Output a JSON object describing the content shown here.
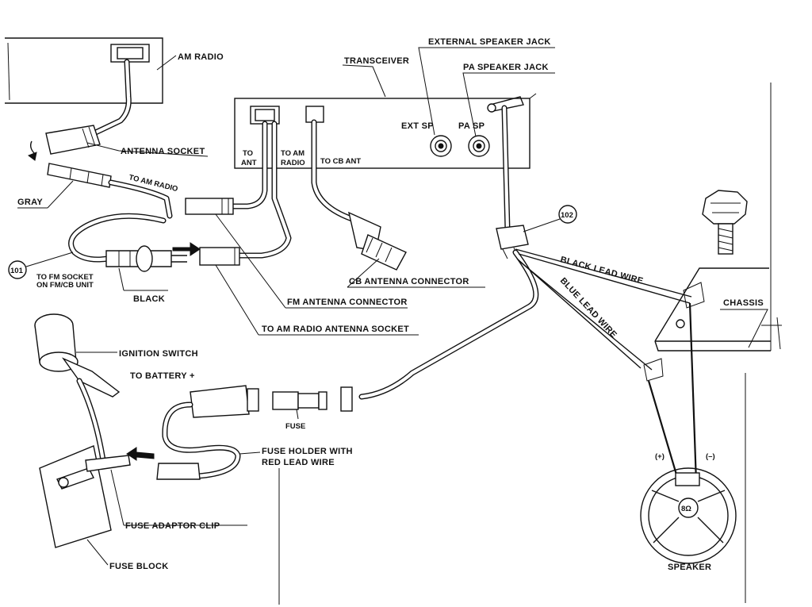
{
  "labels": {
    "am_radio": "AM RADIO",
    "transceiver": "TRANSCEIVER",
    "external_speaker_jack": "EXTERNAL SPEAKER JACK",
    "pa_speaker_jack": "PA SPEAKER JACK",
    "ext_sp": "EXT SP",
    "pa_sp": "PA  SP",
    "to_ant_1": "TO",
    "to_ant_2": "ANT",
    "to_am_radio_1": "TO AM",
    "to_am_radio_2": "RADIO",
    "to_cb_ant": "TO CB ANT",
    "antenna_socket": "ANTENNA SOCKET",
    "gray": "GRAY",
    "to_am_radio": "TO AM RADIO",
    "callout_101": "101",
    "to_fm_socket_1": "TO FM SOCKET",
    "to_fm_socket_2": "ON FM/CB UNIT",
    "black": "BLACK",
    "cb_antenna_connector": "CB ANTENNA CONNECTOR",
    "fm_antenna_connector": "FM ANTENNA CONNECTOR",
    "to_am_radio_antenna_socket": "TO AM RADIO ANTENNA SOCKET",
    "callout_102": "102",
    "black_lead_wire": "BLACK LEAD WIRE",
    "blue_lead_wire": "BLUE LEAD WIRE",
    "chassis": "CHASSIS",
    "ignition_switch": "IGNITION SWITCH",
    "to_battery": "TO BATTERY +",
    "fuse": "FUSE",
    "fuse_holder_1": "FUSE HOLDER WITH",
    "fuse_holder_2": "RED LEAD WIRE",
    "fuse_adaptor_clip": "FUSE ADAPTOR CLIP",
    "fuse_block": "FUSE BLOCK",
    "plus": "(+)",
    "minus": "(–)",
    "ohm": "8Ω",
    "speaker": "SPEAKER"
  }
}
